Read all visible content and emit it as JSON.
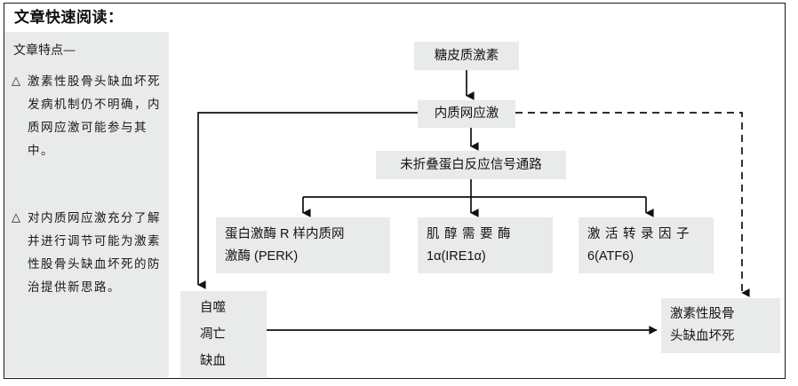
{
  "header": {
    "title": "文章快速阅读："
  },
  "sidebar": {
    "heading": "文章特点—",
    "bullets": [
      {
        "marker": "△",
        "text": "激素性股骨头缺血坏死发病机制仍不明确，内质网应激可能参与其中。"
      },
      {
        "marker": "△",
        "text": "对内质网应激充分了解并进行调节可能为激素性股骨头缺血坏死的防治提供新思路。"
      }
    ]
  },
  "flowchart": {
    "nodes": {
      "glucocorticoid": {
        "label": "糖皮质激素"
      },
      "er_stress": {
        "label": "内质网应激"
      },
      "upr": {
        "label": "未折叠蛋白反应信号通路"
      },
      "perk": {
        "line1": "蛋白激酶 R 样内质网",
        "line2": "激酶 (PERK)"
      },
      "ire1a": {
        "line1": "肌醇需要酶",
        "line2": "1α(IRE1α)"
      },
      "atf6": {
        "line1": "激活转录因子",
        "line2": "6(ATF6)"
      },
      "outcome": {
        "line1": "自噬",
        "line2": "凋亡",
        "line3": "缺血"
      },
      "onfh": {
        "line1": "激素性股骨",
        "line2": "头缺血坏死"
      }
    },
    "colors": {
      "node_fill": "#e9eaea",
      "text": "#141414",
      "line": "#111111",
      "frame": "#1a1a1a"
    }
  }
}
